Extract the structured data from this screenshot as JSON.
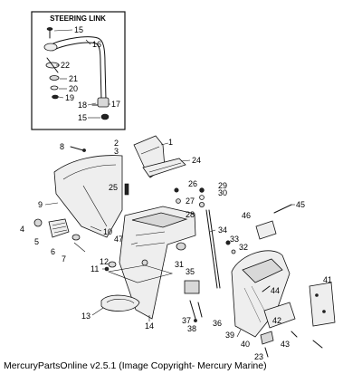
{
  "inset": {
    "title": "STEERING LINK"
  },
  "callouts": [
    "1",
    "2",
    "3",
    "4",
    "5",
    "6",
    "7",
    "8",
    "9",
    "10",
    "11",
    "12",
    "13",
    "14",
    "15",
    "16",
    "17",
    "18",
    "19",
    "20",
    "21",
    "22",
    "23",
    "24",
    "25",
    "26",
    "27",
    "28",
    "29",
    "30",
    "31",
    "32",
    "33",
    "34",
    "35",
    "36",
    "37",
    "38",
    "39",
    "40",
    "41",
    "42",
    "43",
    "44",
    "45",
    "46",
    "47"
  ],
  "inset_callouts": [
    "15",
    "16",
    "22",
    "21",
    "20",
    "19",
    "18",
    "17",
    "15"
  ],
  "footer": {
    "text": "MercuryPartsOnline v2.5.1 (Image Copyright- Mercury Marine)"
  }
}
